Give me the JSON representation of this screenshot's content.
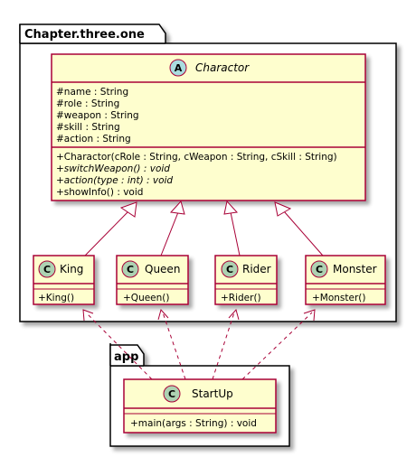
{
  "packages": {
    "outer": {
      "label": "Chapter.three.one"
    },
    "app": {
      "label": "app"
    }
  },
  "classes": {
    "charactor": {
      "stereotype_letter": "A",
      "name": "Charactor",
      "attributes": [
        "#name : String",
        "#role : String",
        "#weapon : String",
        "#skill : String",
        "#action : String"
      ],
      "methods": [
        {
          "text": "+Charactor(cRole : String, cWeapon : String, cSkill : String)",
          "abstract": false
        },
        {
          "text": "+switchWeapon() : void",
          "abstract": true
        },
        {
          "text": "+action(type : int) : void",
          "abstract": true
        },
        {
          "text": "+showInfo() : void",
          "abstract": false
        }
      ]
    },
    "king": {
      "stereotype_letter": "C",
      "name": "King",
      "methods": [
        "+King()"
      ]
    },
    "queen": {
      "stereotype_letter": "C",
      "name": "Queen",
      "methods": [
        "+Queen()"
      ]
    },
    "rider": {
      "stereotype_letter": "C",
      "name": "Rider",
      "methods": [
        "+Rider()"
      ]
    },
    "monster": {
      "stereotype_letter": "C",
      "name": "Monster",
      "methods": [
        "+Monster()"
      ]
    },
    "startup": {
      "stereotype_letter": "C",
      "name": "StartUp",
      "methods": [
        "+main(args : String) : void"
      ]
    }
  },
  "colors": {
    "class_fill": "#fefece",
    "class_border": "#a80036",
    "abstract_circle": "#a9dcdf",
    "class_circle": "#add1b2",
    "package_fill": "#ffffff",
    "package_border": "#000000",
    "relation": "#a80036",
    "shadow": "#cfcfcf"
  }
}
